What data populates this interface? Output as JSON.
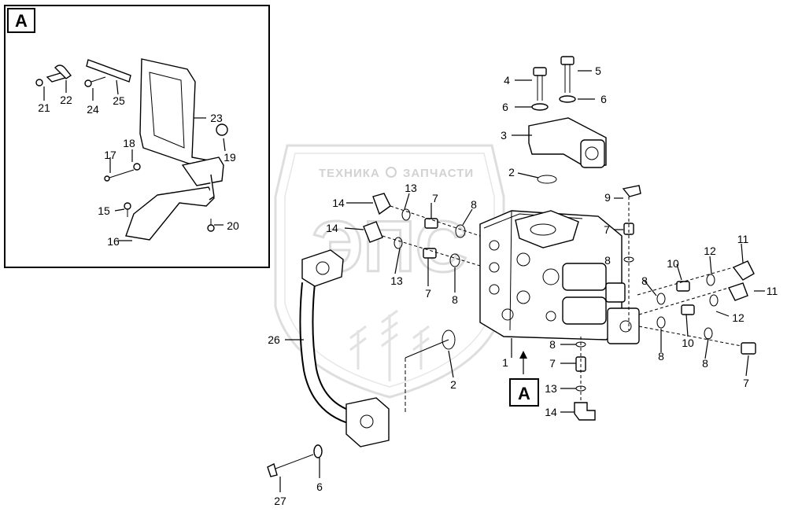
{
  "inset": {
    "marker": "A"
  },
  "view_marker": "A",
  "watermark": {
    "top_left": "ТЕХНИКА",
    "top_right": "ЗАПЧАСТИ",
    "center": "ЭПС"
  },
  "callouts": {
    "c1": "1",
    "c2a": "2",
    "c2b": "2",
    "c3": "3",
    "c4": "4",
    "c5": "5",
    "c6a": "6",
    "c6b": "6",
    "c6c": "6",
    "c7a": "7",
    "c7b": "7",
    "c7c": "7",
    "c7d": "7",
    "c7e": "7",
    "c8a": "8",
    "c8b": "8",
    "c8c": "8",
    "c8d": "8",
    "c8e": "8",
    "c8f": "8",
    "c8g": "8",
    "c9": "9",
    "c10a": "10",
    "c10b": "10",
    "c11a": "11",
    "c11b": "11",
    "c12a": "12",
    "c12b": "12",
    "c13a": "13",
    "c13b": "13",
    "c13c": "13",
    "c14a": "14",
    "c14b": "14",
    "c14c": "14",
    "c15": "15",
    "c16": "16",
    "c17": "17",
    "c18": "18",
    "c19": "19",
    "c20": "20",
    "c21": "21",
    "c22": "22",
    "c23": "23",
    "c24": "24",
    "c25": "25",
    "c26": "26",
    "c27": "27"
  }
}
